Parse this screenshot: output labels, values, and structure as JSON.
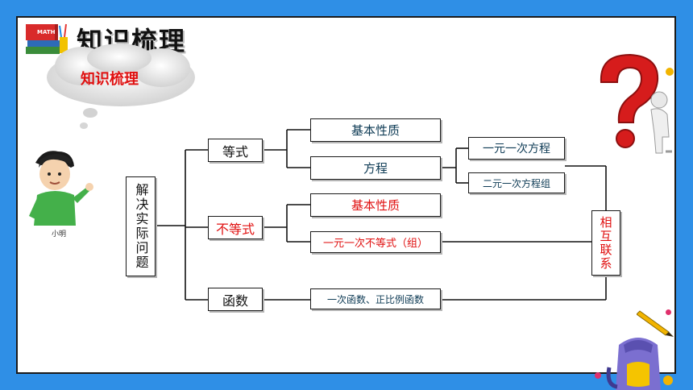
{
  "header": {
    "title": "知识梳理",
    "book_label": "MATH"
  },
  "cloud": {
    "label": "知识梳理"
  },
  "character": {
    "name": "小明"
  },
  "diagram": {
    "root": "解决实际问题",
    "branch_equation": "等式",
    "branch_inequality": "不等式",
    "branch_function": "函数",
    "eq_basic": "基本性质",
    "eq_equation": "方程",
    "linear_one": "一元一次方程",
    "linear_two": "二元一次方程组",
    "ineq_basic": "基本性质",
    "ineq_linear": "一元一次不等式（组）",
    "func_linear": "一次函数、正比例函数",
    "relation": "相互联系"
  },
  "colors": {
    "background": "#2f8fe6",
    "red_text": "#e01010",
    "dark_text": "#0e3b55"
  }
}
